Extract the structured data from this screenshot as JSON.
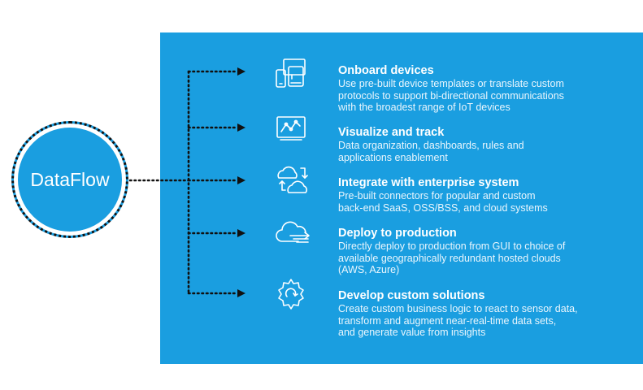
{
  "hub": {
    "label": "DataFlow"
  },
  "colors": {
    "panel": "#1a9ee0",
    "text": "#ffffff",
    "connector": "#111111"
  },
  "items": [
    {
      "icon": "devices-icon",
      "title": "Onboard devices",
      "lines": [
        "Use pre-built device templates or translate custom",
        "protocols to support bi-directional communications",
        "with the broadest range of IoT devices"
      ]
    },
    {
      "icon": "analytics-icon",
      "title": "Visualize and track",
      "lines": [
        "Data organization, dashboards, rules and",
        "applications enablement"
      ]
    },
    {
      "icon": "cloud-sync-icon",
      "title": "Integrate with enterprise system",
      "lines": [
        "Pre-built connectors for popular and custom",
        "back-end SaaS, OSS/BSS, and cloud systems"
      ]
    },
    {
      "icon": "cloud-deploy-icon",
      "title": "Deploy to production",
      "lines": [
        "Directly deploy to production from GUI to choice of",
        "available geographically redundant hosted clouds",
        "(AWS, Azure)"
      ]
    },
    {
      "icon": "gear-icon",
      "title": "Develop custom solutions",
      "lines": [
        "Create custom business logic to react to sensor data,",
        "transform and augment near-real-time data sets,",
        "and generate value from insights"
      ]
    }
  ]
}
